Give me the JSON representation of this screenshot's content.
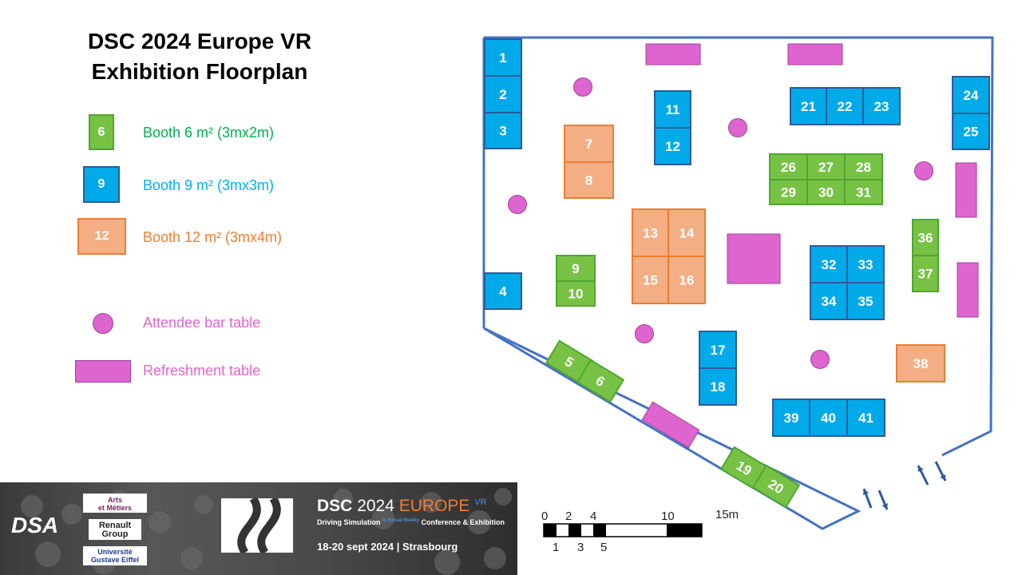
{
  "title": "DSC 2024 Europe VR Exhibition Floorplan",
  "colors": {
    "booth6": "#77C244",
    "booth9": "#00AAE8",
    "booth12": "#F3AE84",
    "booth12_border": "#ED7D31",
    "booth6_border": "#4EA72E",
    "booth9_border": "#2E5A9C",
    "table": "#DE65D0",
    "wall": "#4472C4"
  },
  "legend": [
    {
      "kind": "booth6",
      "sample": "6",
      "label": "Booth 6 m² (3mx2m)",
      "color": "#00B050"
    },
    {
      "kind": "booth9",
      "sample": "9",
      "label": "Booth 9 m² (3mx3m)",
      "color": "#00B0F0"
    },
    {
      "kind": "booth12",
      "sample": "12",
      "label": "Booth 12 m² (3mx4m)",
      "color": "#ED7D31"
    },
    {
      "kind": "bar",
      "sample": "",
      "label": "Attendee bar table",
      "color": "#DE65D0"
    },
    {
      "kind": "refresh",
      "sample": "",
      "label": "Refreshment table",
      "color": "#DE65D0"
    }
  ],
  "booths": {
    "booth9": [
      "1",
      "2",
      "3",
      "4",
      "11",
      "12",
      "17",
      "18",
      "21",
      "22",
      "23",
      "24",
      "25",
      "32",
      "33",
      "34",
      "35",
      "39",
      "40",
      "41"
    ],
    "booth6": [
      "5",
      "6",
      "9",
      "10",
      "19",
      "20",
      "26",
      "27",
      "28",
      "29",
      "30",
      "31",
      "36",
      "37"
    ],
    "booth12": [
      "7",
      "8",
      "13",
      "14",
      "15",
      "16",
      "38"
    ]
  },
  "banner": {
    "event_name": "DSC",
    "event_year": "2024",
    "event_region": "EUROPE",
    "event_vr": "VR",
    "subtitle_a": "Driving Simulation",
    "subtitle_b": "& Virtual Reality",
    "subtitle_c": "Conference & Exhibition",
    "dates": "18-20 sept 2024 |",
    "city": "Strasbourg",
    "logo_dsa": "DSA",
    "logo_am_a": "Arts",
    "logo_am_b": "et Métiers",
    "logo_renault_a": "Renault",
    "logo_renault_b": "Group",
    "logo_ugf_a": "Université",
    "logo_ugf_b": "Gustave Eiffel"
  },
  "scale": {
    "top_labels": [
      "0",
      "2",
      "4",
      "10",
      "15m"
    ],
    "bottom_labels": [
      "1",
      "3",
      "5"
    ]
  }
}
